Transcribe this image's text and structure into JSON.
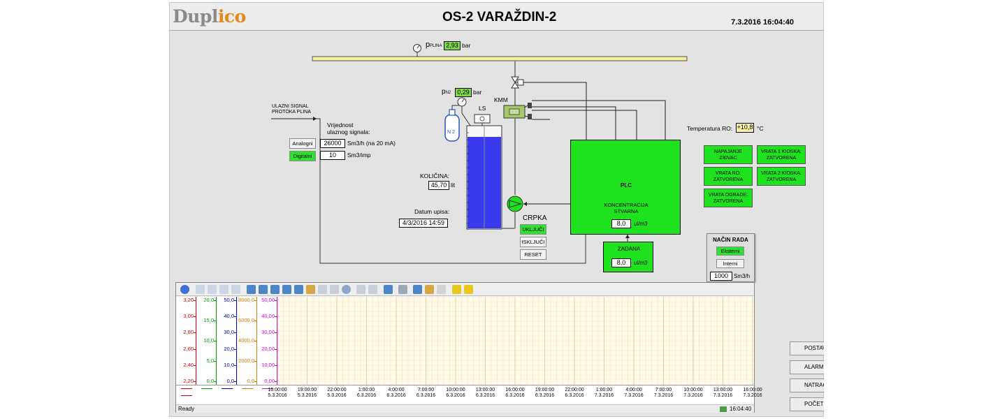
{
  "header": {
    "logo_gray": "Dupl",
    "logo_orange": "ico",
    "title": "OS-2 VARAŽDIN-2",
    "datetime": "7.3.2016 16:04:40"
  },
  "gas_pressure": {
    "label": "p",
    "sub": "PLINA",
    "value": "2,93",
    "unit": "bar"
  },
  "n2_pressure": {
    "label": "p",
    "sub": "N2",
    "value": "0,29",
    "unit": "bar"
  },
  "labels": {
    "kmm": "KMM",
    "ls": "LS",
    "n2": "N 2",
    "crpka": "CRPKA",
    "input_signal": "ULAZNI SIGNAL\nPROTOKA PLINA",
    "input_value": "Vrijednost\nulaznog signala:",
    "kolicina": "KOLIČINA:",
    "datum_upisa": "Datum upisa:"
  },
  "signal": {
    "analog_btn": "Analogni",
    "digital_btn": "Digitalni",
    "analog_value": "26000",
    "analog_unit": "Sm3/h (na 20 mA)",
    "digital_value": "10",
    "digital_unit": "Sm3/imp"
  },
  "quantity": {
    "value": "45,70",
    "unit": "lit"
  },
  "entry_date": "4/3/2016  14:59",
  "pump_buttons": {
    "on": "UKLJUČI",
    "off": "ISKLJUČI",
    "reset": "RESET"
  },
  "plc": {
    "title": "PLC",
    "conc_label": "KONCENTRACIJA\nSTVARNA",
    "conc_value": "8,0",
    "conc_unit": "ul/m3"
  },
  "setpoint": {
    "label": "ZADANA",
    "value": "8,0",
    "unit": "ul/m3"
  },
  "temperature": {
    "label": "Temperatura RO:",
    "value": "+10,8",
    "unit": "°C"
  },
  "status_panels": [
    {
      "text": "NAPAJANJE\n230VAC"
    },
    {
      "text": "VRATA 1 KIOSKA:\nZATVORENA"
    },
    {
      "text": "VRATA RO:\nZATVORENA"
    },
    {
      "text": "VRATA 2 KIOSKA:\nZATVORENA"
    },
    {
      "text": "VRATA OGRADE:\nZATVORENA"
    }
  ],
  "mode": {
    "title": "NAČIN RADA",
    "external": "Eksterni",
    "internal": "Interni",
    "value": "1000",
    "unit": "Sm3/h"
  },
  "trend": {
    "status_ready": "Ready",
    "status_time": "16:04:40",
    "axes": [
      {
        "color": "#e00000",
        "ticks": [
          "3,20",
          "3,00",
          "2,80",
          "2,60",
          "2,40",
          "2,20"
        ]
      },
      {
        "color": "#00a000",
        "ticks": [
          "20,0",
          "15,0",
          "10,0",
          "5,0",
          "0,0"
        ]
      },
      {
        "color": "#0000d0",
        "ticks": [
          "50,0",
          "40,0",
          "30,0",
          "20,0",
          "10,0",
          "0,0"
        ]
      },
      {
        "color": "#d08000",
        "ticks": [
          "8000,0",
          "6000,0",
          "4000,0",
          "2000,0",
          "0,0"
        ]
      },
      {
        "color": "#e000e0",
        "ticks": [
          "50,00",
          "40,00",
          "30,00",
          "20,00",
          "10,00",
          "0,00"
        ]
      }
    ],
    "time_ticks": [
      {
        "t": "16:00:00",
        "d": "5.3.2016"
      },
      {
        "t": "19:00:00",
        "d": "5.3.2016"
      },
      {
        "t": "22:00:00",
        "d": "5.3.2016"
      },
      {
        "t": "1:00:00",
        "d": "6.3.2016"
      },
      {
        "t": "4:00:00",
        "d": "6.3.2016"
      },
      {
        "t": "7:00:00",
        "d": "6.3.2016"
      },
      {
        "t": "10:00:00",
        "d": "6.3.2016"
      },
      {
        "t": "13:00:00",
        "d": "6.3.2016"
      },
      {
        "t": "16:00:00",
        "d": "6.3.2016"
      },
      {
        "t": "19:00:00",
        "d": "6.3.2016"
      },
      {
        "t": "22:00:00",
        "d": "6.3.2016"
      },
      {
        "t": "1:00:00",
        "d": "7.3.2016"
      },
      {
        "t": "4:00:00",
        "d": "7.3.2016"
      },
      {
        "t": "7:00:00",
        "d": "7.3.2016"
      },
      {
        "t": "10:00:00",
        "d": "7.3.2016"
      },
      {
        "t": "13:00:00",
        "d": "7.3.2016"
      },
      {
        "t": "16:00:00",
        "d": "7.3.2016"
      }
    ]
  },
  "right_buttons": [
    "POSTAVKE",
    "ALARMI",
    "NATRAG",
    "POČETNA"
  ],
  "colors": {
    "active_green": "#1ee21e",
    "tank_blue": "#3a3aee",
    "accent_orange": "#e9871d"
  }
}
